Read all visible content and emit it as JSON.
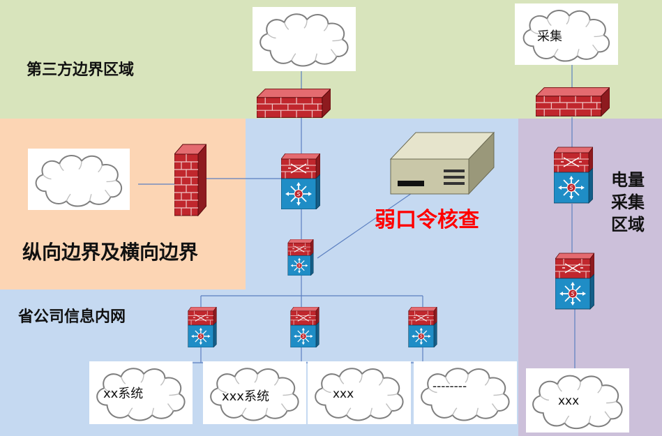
{
  "zones": {
    "third_party": {
      "label": "第三方边界区域",
      "color": "#d8e4bc"
    },
    "vertical_horizontal": {
      "label": "纵向边界及横向边界",
      "color": "#fcd5b4"
    },
    "provincial_intranet": {
      "label": "省公司信息内网",
      "color": "#c5d9f1"
    },
    "power_collection": {
      "label": "电量\n采集\n区域",
      "lines": [
        "电量",
        "采集",
        "区域"
      ],
      "color": "#ccc0da"
    }
  },
  "clouds": {
    "top_center": {
      "label": ""
    },
    "top_right": {
      "label": "采集"
    },
    "left": {
      "label": ""
    },
    "system1": {
      "label": "xx系统"
    },
    "system2": {
      "label": "xxx系统"
    },
    "system3": {
      "label": "xxx"
    },
    "system4": {
      "label": "--------"
    },
    "right_bottom": {
      "label": "xxx"
    }
  },
  "check_device": {
    "label": "弱口令核查",
    "label_color": "#ff0000"
  },
  "colors": {
    "firewall_brick": "#c0272d",
    "switch_top": "#c0272d",
    "switch_bottom": "#1f8dc6",
    "line": "#5b7fc0"
  }
}
